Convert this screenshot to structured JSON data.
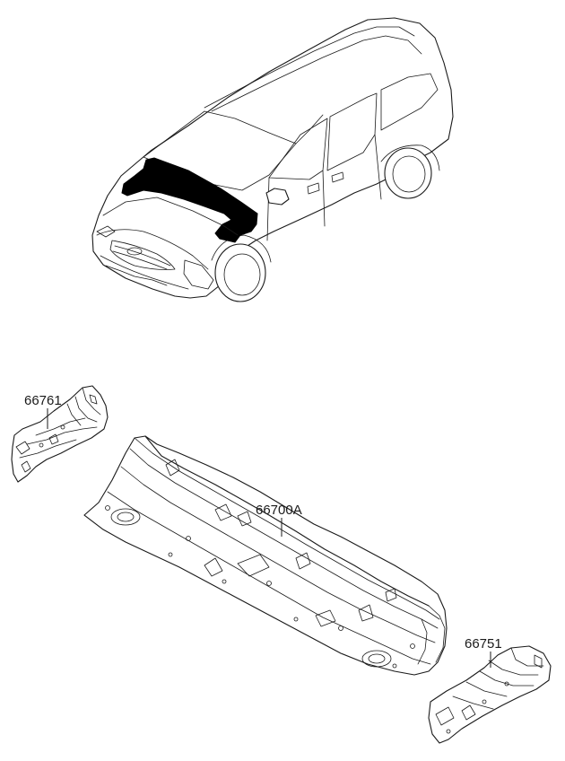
{
  "diagram": {
    "parts": [
      {
        "id": "66761",
        "label": "66761"
      },
      {
        "id": "66700A",
        "label": "66700A"
      },
      {
        "id": "66751",
        "label": "66751"
      }
    ]
  }
}
